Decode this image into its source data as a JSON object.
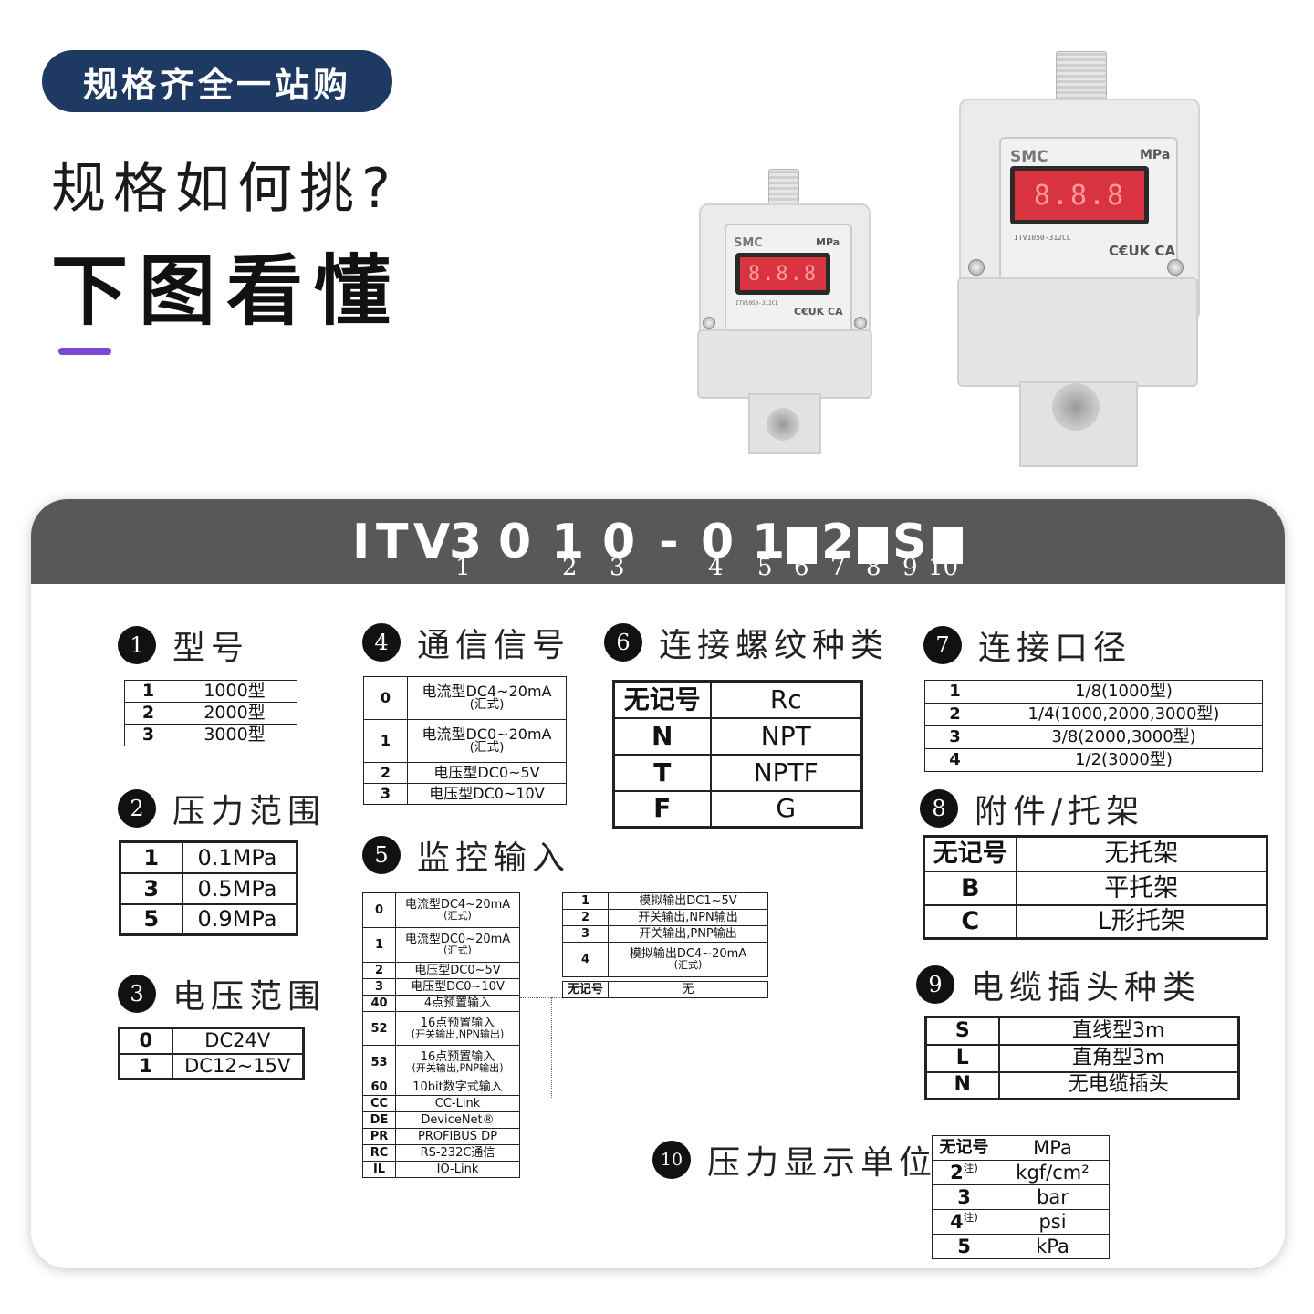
{
  "header": {
    "badge": "规格齐全一站购",
    "title": "规格如何挑?",
    "subtitle": "下图看懂"
  },
  "products": [
    {
      "brand": "SMC",
      "unit": "MPa",
      "display": "8.8.8",
      "model": "ITV1050-312CL",
      "cert": "C€UK CA"
    },
    {
      "brand": "SMC",
      "unit": "MPa",
      "display": "8.8.8",
      "model": "ITV1050-312CL",
      "cert": "C€UK CA"
    }
  ],
  "code": {
    "chars": [
      "I",
      "T",
      "V",
      "3",
      "0",
      "1",
      "0",
      "-",
      "0",
      "1",
      "■",
      "2",
      "■",
      "S",
      "■"
    ],
    "numbers": [
      "1",
      "2",
      "3",
      "4",
      "5",
      "6",
      "7",
      "8",
      "9",
      "10"
    ]
  },
  "sections": {
    "s1": {
      "num": "1",
      "title": "型号",
      "rows": [
        [
          "1",
          "1000型"
        ],
        [
          "2",
          "2000型"
        ],
        [
          "3",
          "3000型"
        ]
      ]
    },
    "s2": {
      "num": "2",
      "title": "压力范围",
      "rows": [
        [
          "1",
          "0.1MPa"
        ],
        [
          "3",
          "0.5MPa"
        ],
        [
          "5",
          "0.9MPa"
        ]
      ]
    },
    "s3": {
      "num": "3",
      "title": "电压范围",
      "rows": [
        [
          "0",
          "DC24V"
        ],
        [
          "1",
          "DC12~15V"
        ]
      ]
    },
    "s4": {
      "num": "4",
      "title": "通信信号",
      "rows": [
        [
          "0",
          "电流型DC4~20mA",
          "(汇式)"
        ],
        [
          "1",
          "电流型DC0~20mA",
          "(汇式)"
        ],
        [
          "2",
          "电压型DC0~5V",
          ""
        ],
        [
          "3",
          "电压型DC0~10V",
          ""
        ]
      ]
    },
    "s5": {
      "num": "5",
      "title": "监控输入",
      "left_rows": [
        [
          "0",
          "电流型DC4~20mA",
          "(汇式)"
        ],
        [
          "1",
          "电流型DC0~20mA",
          "(汇式)"
        ],
        [
          "2",
          "电压型DC0~5V",
          ""
        ],
        [
          "3",
          "电压型DC0~10V",
          ""
        ],
        [
          "40",
          "4点预置输入",
          ""
        ],
        [
          "52",
          "16点预置输入",
          "(开关输出,NPN输出)"
        ],
        [
          "53",
          "16点预置输入",
          "(开关输出,PNP输出)"
        ],
        [
          "60",
          "10bit数字式输入",
          ""
        ],
        [
          "CC",
          "CC-Link",
          ""
        ],
        [
          "DE",
          "DeviceNet®",
          ""
        ],
        [
          "PR",
          "PROFIBUS DP",
          ""
        ],
        [
          "RC",
          "RS-232C通信",
          ""
        ],
        [
          "IL",
          "IO-Link",
          ""
        ]
      ],
      "right_rows": [
        [
          "1",
          "模拟输出DC1~5V",
          ""
        ],
        [
          "2",
          "开关输出,NPN输出",
          ""
        ],
        [
          "3",
          "开关输出,PNP输出",
          ""
        ],
        [
          "4",
          "模拟输出DC4~20mA",
          "(汇式)"
        ]
      ],
      "right_extra": [
        "无记号",
        "无"
      ]
    },
    "s6": {
      "num": "6",
      "title": "连接螺纹种类",
      "rows": [
        [
          "无记号",
          "Rc"
        ],
        [
          "N",
          "NPT"
        ],
        [
          "T",
          "NPTF"
        ],
        [
          "F",
          "G"
        ]
      ]
    },
    "s7": {
      "num": "7",
      "title": "连接口径",
      "rows": [
        [
          "1",
          "1/8(1000型)"
        ],
        [
          "2",
          "1/4(1000,2000,3000型)"
        ],
        [
          "3",
          "3/8(2000,3000型)"
        ],
        [
          "4",
          "1/2(3000型)"
        ]
      ]
    },
    "s8": {
      "num": "8",
      "title": "附件/托架",
      "rows": [
        [
          "无记号",
          "无托架"
        ],
        [
          "B",
          "平托架"
        ],
        [
          "C",
          "L形托架"
        ]
      ]
    },
    "s9": {
      "num": "9",
      "title": "电缆插头种类",
      "rows": [
        [
          "S",
          "直线型3m"
        ],
        [
          "L",
          "直角型3m"
        ],
        [
          "N",
          "无电缆插头"
        ]
      ]
    },
    "s10": {
      "num": "10",
      "title": "压力显示单位",
      "rows": [
        [
          "无记号",
          "",
          "MPa"
        ],
        [
          "2",
          "注)",
          "kgf/cm²"
        ],
        [
          "3",
          "",
          "bar"
        ],
        [
          "4",
          "注)",
          "psi"
        ],
        [
          "5",
          "",
          "kPa"
        ]
      ]
    }
  }
}
